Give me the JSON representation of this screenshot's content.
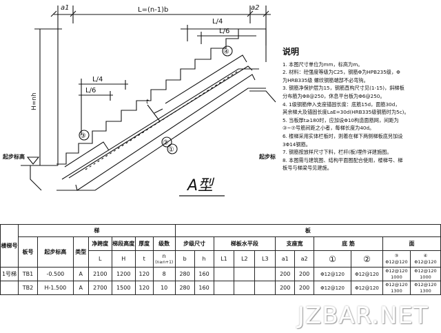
{
  "drawing": {
    "title": "A型",
    "labels": {
      "a1": "a1",
      "a2": "a2",
      "span": "L=(n-1)b",
      "quarter_top": "L/4",
      "sixth_top": "L/6",
      "quarter_mid": "L/4",
      "sixth_mid": "L/6",
      "height": "H=nh",
      "start_left": "起步标高",
      "start_right": "起步标",
      "t": "t",
      "bar1": "①",
      "bar2": "②",
      "bar3": "③",
      "bar4": "④"
    }
  },
  "notes": {
    "title": "说明",
    "items": [
      "1. 本图尺寸单位为mm，标高为m。",
      "2. 材料：砼强度等级为C25，钢筋Φ为HPB235级，Φ",
      "   为HRB335级  螺纹钢筋端部不必弯钩。",
      "3. 钢筋净保护层为15，钢筋直构尺寸见(1-15)，斜梯板",
      "   分布筋为Φ8@250，休息平台板为Φ6@250。",
      "4. 1级钢筋伸入支座锚固长度：底筋15d，面筋30d，",
      "   其余梯大及锚固长度LaE=30d(HRB335级钢筋时为5c)。",
      "5. 当板厚t≥180时，应加设Φ10构造面筋网，间距为",
      "   ③~⑦号筋间距之小者，每梯长度为40d。",
      "6. 楼梯采用实体栏板时，则着在梯下两侧梯板底另加设",
      "   3Φ14钢筋。",
      "7. 钢筋按放样尺寸下料，栏杆(板)埋件详建施图。",
      "8. 本图需与建筑图、结构平面图配合使用，楼梯号、梯",
      "   板号与梯梁号见建施。"
    ]
  },
  "schedule": {
    "headers": {
      "stair_no": "楼梯号",
      "slab_no": "板号",
      "start_elev": "起步标高",
      "type": "类型",
      "clear_span": "净跨度",
      "clear_span_sym": "L",
      "flight_height": "梯段高度",
      "flight_height_sym": "H",
      "thickness": "厚度",
      "thickness_sym": "t",
      "steps": "级数",
      "steps_sym": "n",
      "steps_note": "(n≥n+1)",
      "step_size": "步级尺寸",
      "b": "b",
      "h": "h",
      "horizontal": "梯板水平段",
      "L1": "L1",
      "L2": "L2",
      "L3": "L3",
      "support": "支座宽",
      "a1": "a1",
      "a2": "a2",
      "group_ti": "梯",
      "group_ban": "板",
      "bottom_bars": "底  筋",
      "b1": "①",
      "b2": "②",
      "top_bars": "面",
      "t3": "③",
      "t4": "④",
      "t3_val": "Φ12@120",
      "t4_val": "Φ12@120"
    },
    "rows": [
      {
        "stair": "1号梯",
        "slab": "TB1",
        "elev": "-0.500",
        "type": "A",
        "L": "2100",
        "H": "1200",
        "t": "120",
        "n": "8",
        "b": "280",
        "h": "160",
        "L1": "",
        "L2": "",
        "L3": "",
        "a1": "200",
        "a2": "200",
        "b1": "Φ12@120",
        "b2": "Φ12@120",
        "t3": "Φ12@120",
        "t3_len": "1000",
        "t4": "Φ12@120",
        "t4_len": "1000"
      },
      {
        "stair": "",
        "slab": "TB2",
        "elev": "H-1.500",
        "type": "A",
        "L": "2700",
        "H": "1500",
        "t": "120",
        "n": "10",
        "b": "280",
        "h": "160",
        "L1": "",
        "L2": "",
        "L3": "",
        "a1": "200",
        "a2": "200",
        "b1": "Φ12@120",
        "b2": "Φ12@120",
        "t3": "Φ12@120",
        "t3_len": "1300",
        "t4": "Φ12@120",
        "t4_len": "1300"
      }
    ]
  },
  "watermark": "JZBAR.NET"
}
